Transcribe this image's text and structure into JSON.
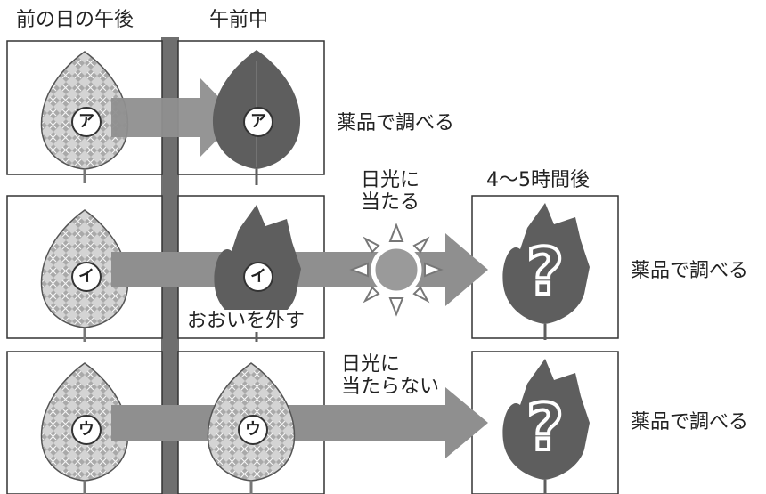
{
  "header": {
    "before": "前の日の午後",
    "morning": "午前中",
    "later": "4～5時間後"
  },
  "rows": [
    {
      "label": "ア",
      "morning_note": "",
      "condition": "",
      "result": "薬品で調べる"
    },
    {
      "label": "イ",
      "morning_note": "おおいを外す",
      "condition": "日光に\n当たる",
      "result": "薬品で調べる"
    },
    {
      "label": "ウ",
      "morning_note": "",
      "condition": "日光に\n当たらない",
      "result": "薬品で調べる"
    }
  ],
  "colors": {
    "leaf": "#5e5e5e",
    "arrow": "#8f8f8f",
    "foil": "#c9c9c9",
    "timeline": "#6f6f6f",
    "sun": "#9a9a9a"
  },
  "icons": {
    "sun": "sun-icon",
    "question": "question-mark-icon"
  }
}
